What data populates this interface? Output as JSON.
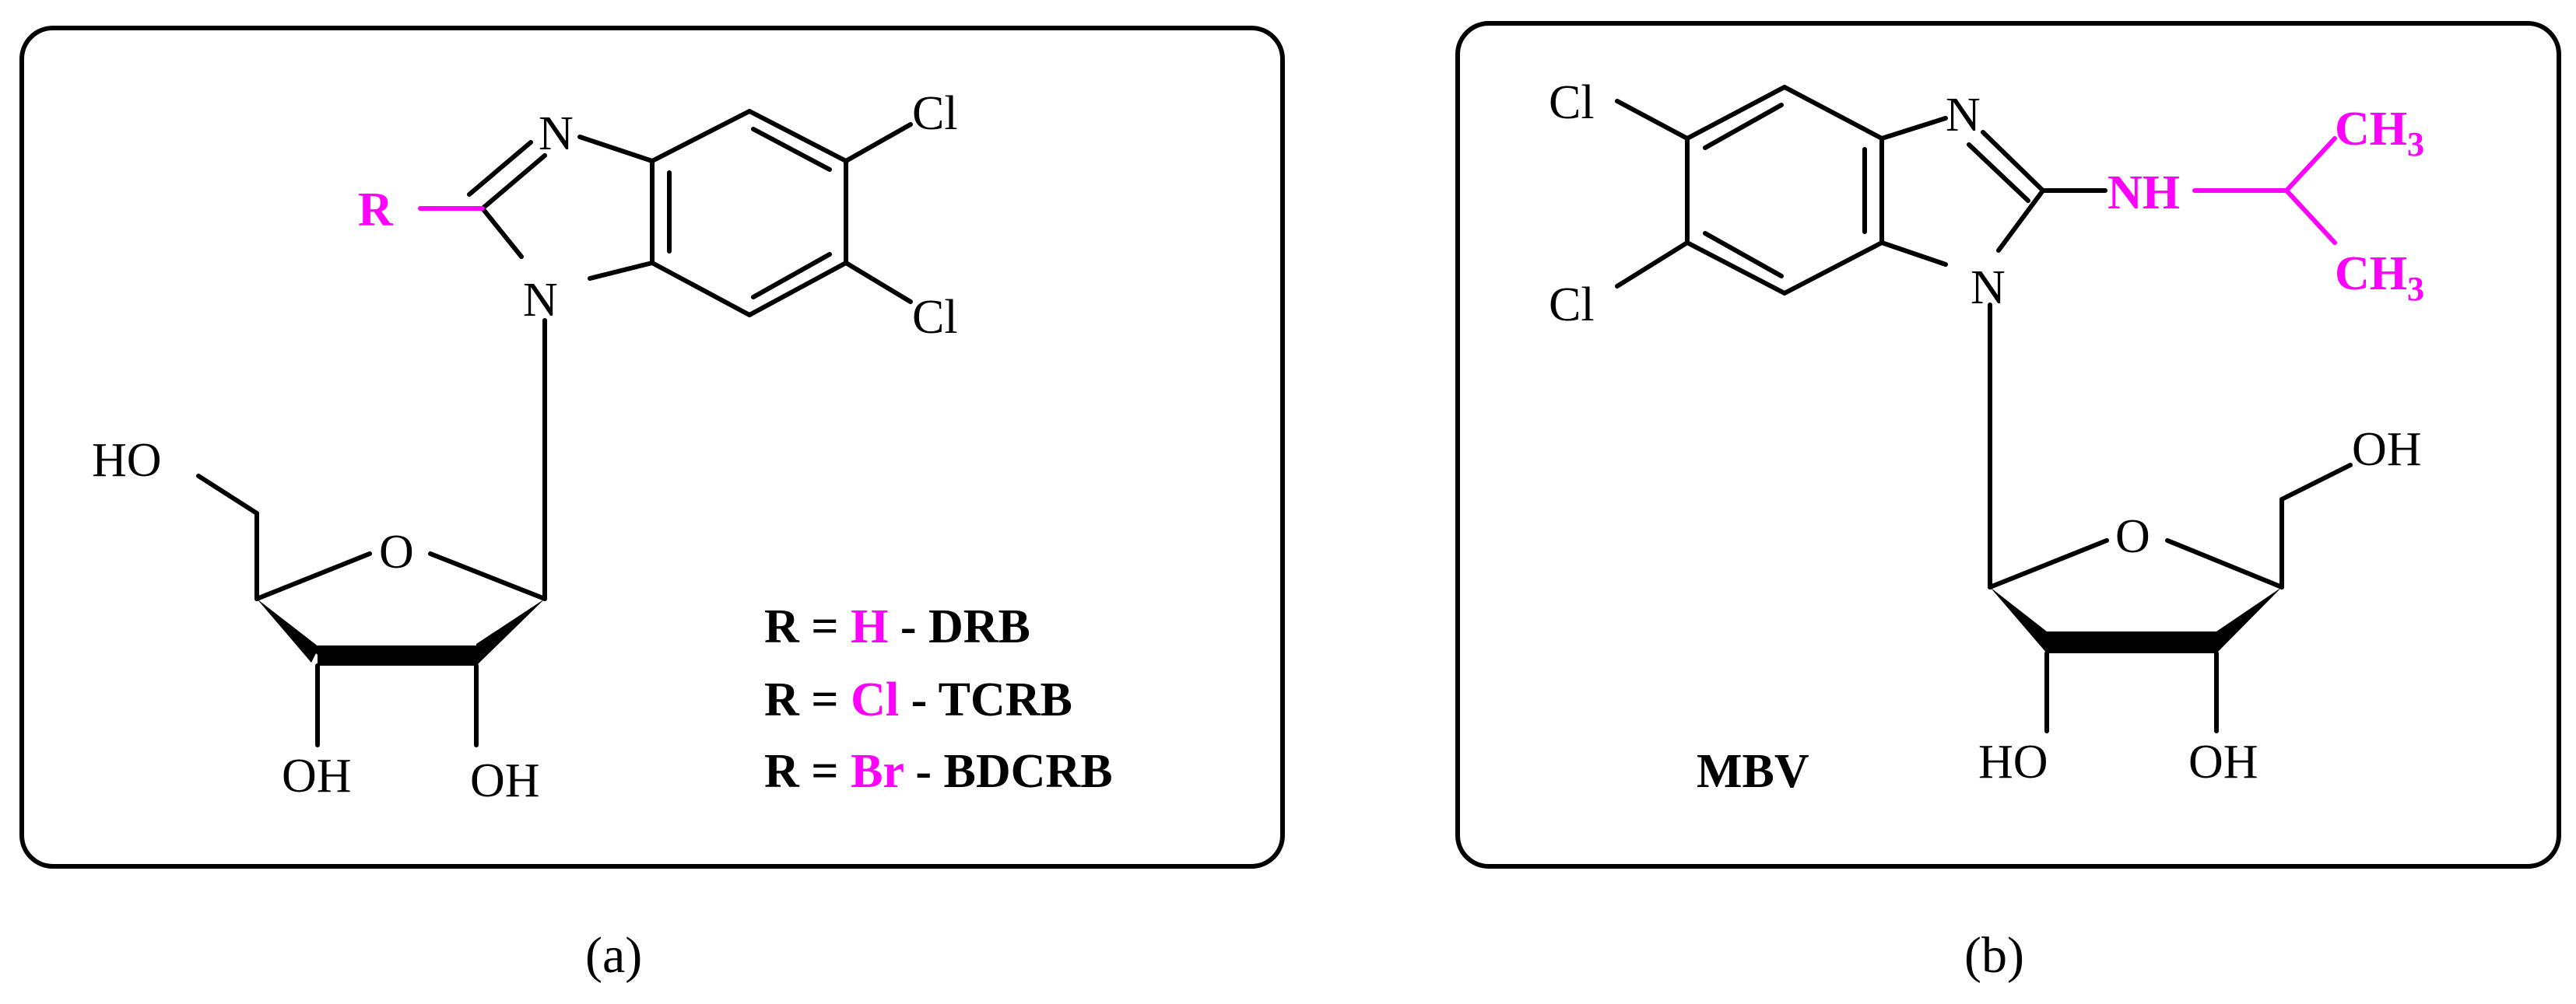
{
  "panel_a": {
    "caption": "(a)",
    "atoms": {
      "n3": "N",
      "n1": "N",
      "cl_top": "Cl",
      "cl_bottom": "Cl",
      "r": "R",
      "ho": "HO",
      "o_ring": "O",
      "oh_left": "OH",
      "oh_right": "OH"
    },
    "legend": [
      {
        "prefix": "R = ",
        "sub": "H",
        "suffix": " - DRB"
      },
      {
        "prefix": "R = ",
        "sub": "Cl",
        "suffix": " - TCRB"
      },
      {
        "prefix": "R = ",
        "sub": "Br",
        "suffix": " - BDCRB"
      }
    ]
  },
  "panel_b": {
    "caption": "(b)",
    "name": "MBV",
    "atoms": {
      "cl_top": "Cl",
      "cl_bottom": "Cl",
      "n3": "N",
      "n1": "N",
      "nh": "NH",
      "ch3_top": "CH",
      "ch3_top_sub": "3",
      "ch3_bottom": "CH",
      "ch3_bottom_sub": "3",
      "oh_top": "OH",
      "o_ring": "O",
      "ho": "HO",
      "oh_right": "OH"
    }
  },
  "colors": {
    "highlight": "#ff00ff",
    "ink": "#000000",
    "background": "#ffffff"
  }
}
